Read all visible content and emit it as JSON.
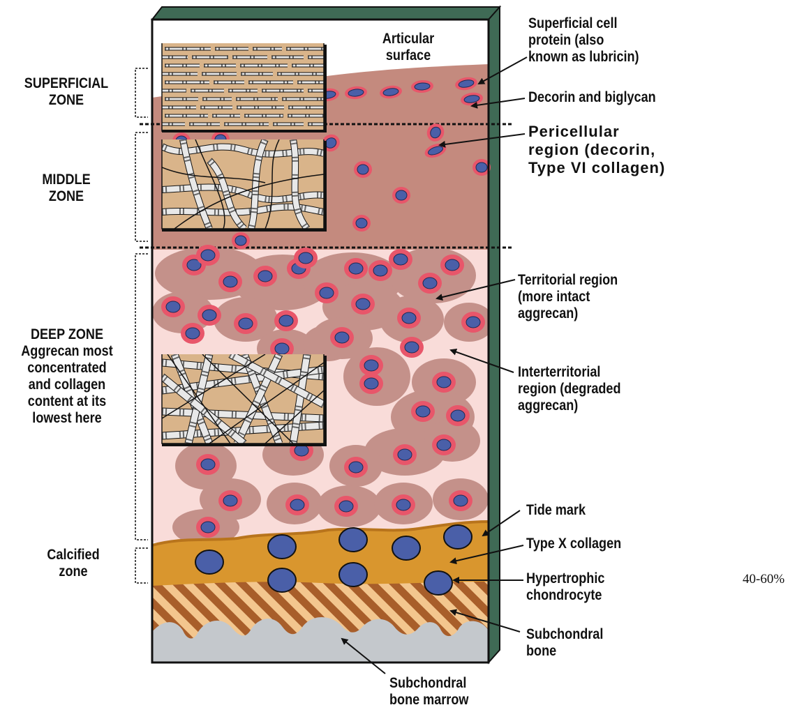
{
  "zones": {
    "superficial": "SUPERFICIAL\nZONE",
    "middle": "MIDDLE\nZONE",
    "deep": "DEEP ZONE\nAggrecan most\nconcentrated\nand collagen\ncontent at its\nlowest here",
    "calcified": "Calcified\nzone"
  },
  "callouts": {
    "articular_surface": "Articular\nsurface",
    "lubricin": "Superficial cell\nprotein (also\nknown as lubricin)",
    "decorin_biglycan": "Decorin and biglycan",
    "pericellular": "Pericellular\nregion (decorin,\nType VI collagen)",
    "territorial": "Territorial region\n(more intact\naggrecan)",
    "interterritorial": "Interterritorial\nregion (degraded\naggrecan)",
    "tide_mark": "Tide mark",
    "type_x": "Type X collagen",
    "hypertrophic": "Hypertrophic\nchondrocyte",
    "subchondral_bone": "Subchondral\nbone",
    "marrow": "Subchondral\nbone marrow"
  },
  "side_note": "40-60%",
  "colors": {
    "matrix_dark": "#c48a7e",
    "matrix_light": "#f9dcd9",
    "territorial": "#c4918a",
    "pericellular": "#e8566a",
    "nucleus": "#4a5fa8",
    "calcified": "#d9962e",
    "bone_stripe": "#a85e2a",
    "marrow": "#c4c8cc",
    "slab_side": "#3f6a55",
    "inset_bg": "#d9b48a"
  }
}
